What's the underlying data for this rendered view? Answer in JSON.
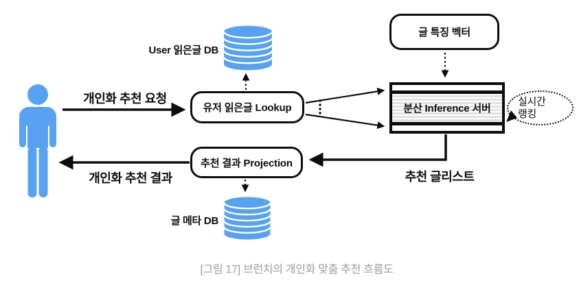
{
  "diagram": {
    "caption": "[그림 17] 브런치의 개인화 맞춤 추천 흐름도",
    "colors": {
      "blue": "#58A2F2",
      "line_black": "#0d0d0d",
      "caption_gray": "#9b9b9b"
    },
    "nodes": {
      "user_read_db": {
        "label": "User 읽은글 DB"
      },
      "lookup": {
        "label": "유저 읽은글 Lookup"
      },
      "feature_vector": {
        "label": "글 특징 벡터"
      },
      "inference_server": {
        "label": "분산 Inference 서버"
      },
      "realtime_ranking": {
        "line1": "실시간",
        "line2": "랭킹"
      },
      "projection": {
        "label": "추천 결과 Projection"
      },
      "post_meta_db": {
        "label": "글 메타 DB"
      }
    },
    "edges": {
      "request": {
        "label": "개인화 추천 요청"
      },
      "result": {
        "label": "개인화 추천 결과"
      },
      "rec_list": {
        "label": "추천 글리스트"
      }
    }
  }
}
